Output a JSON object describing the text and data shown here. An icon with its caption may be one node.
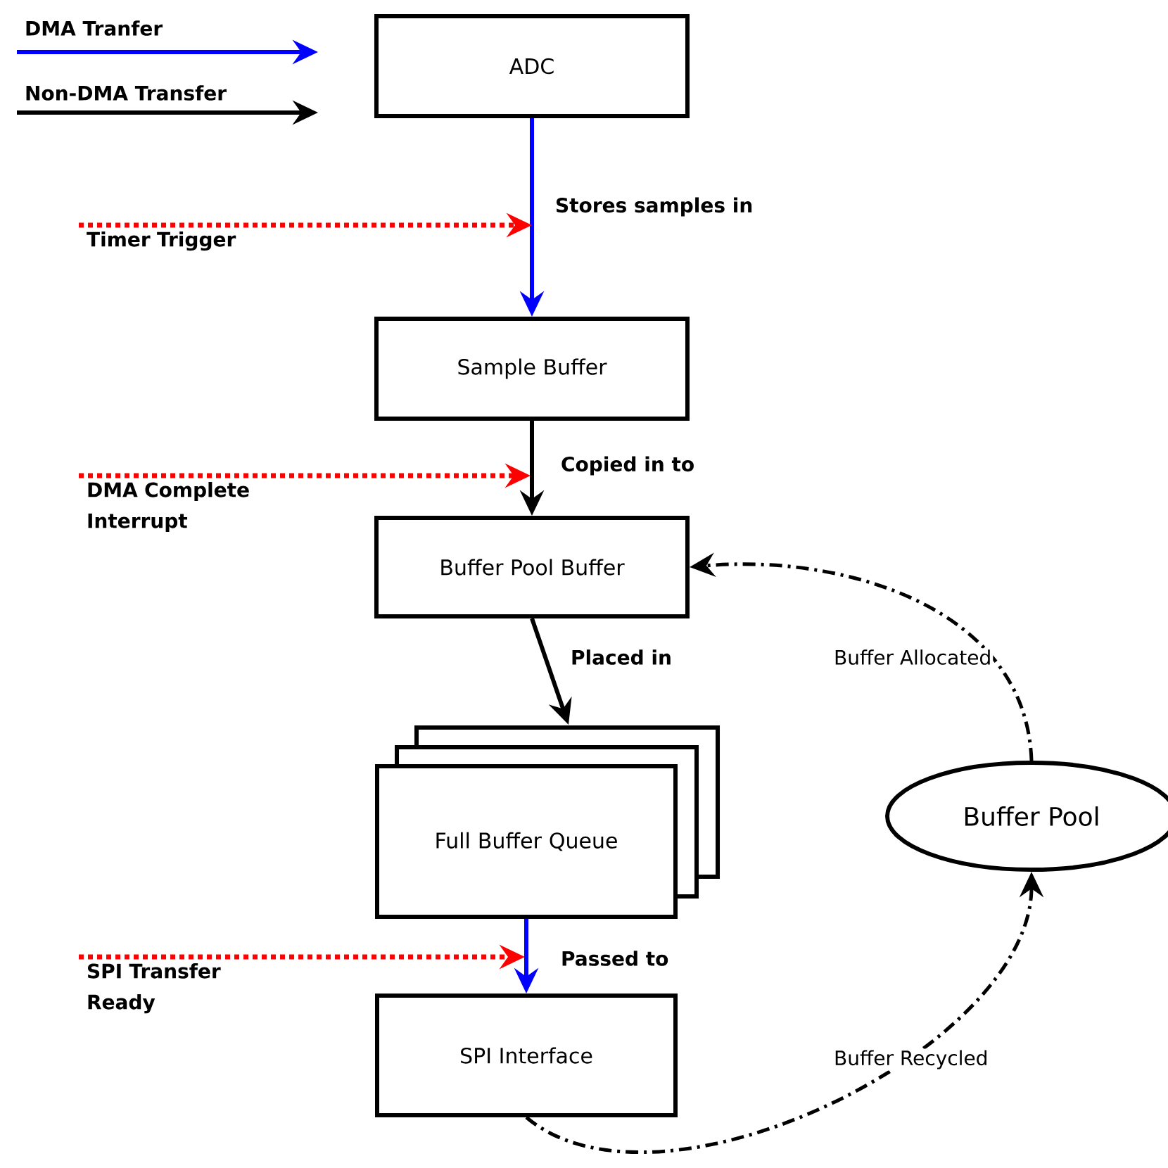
{
  "diagram": {
    "nodes": [
      {
        "text": [
          "ADC"
        ]
      },
      {
        "text": [
          "Sample Buffer"
        ]
      },
      {
        "text": [
          "Buffer Pool Buffer"
        ]
      },
      {
        "text": [
          "Full Buffer Queue"
        ]
      },
      {
        "text": [
          "SPI Interface"
        ]
      },
      {
        "text": [
          "Buffer Pool"
        ]
      },
      {
        "text": [
          "Timer Trigger"
        ]
      },
      {
        "text": [
          "DMA Complete Interrupt"
        ]
      },
      {
        "text": [
          "SPI Transfer Ready"
        ]
      }
    ],
    "edges": [
      {
        "from": 0,
        "to": 1,
        "arrow": "to",
        "label": "Stores samples in",
        "color": "#0000ff"
      },
      {
        "from": 1,
        "to": 2,
        "arrow": "to",
        "label": "Copied in to"
      },
      {
        "from": 2,
        "to": 3,
        "arrow": "to",
        "label": "Placed in"
      },
      {
        "from": 3,
        "to": 4,
        "arrow": "to",
        "label": "Passed to",
        "color": "#0000ff"
      },
      {
        "from": 5,
        "to": 2,
        "arrow": "to",
        "label": "Buffer Allocated",
        "style": "dashed"
      },
      {
        "from": 4,
        "to": 5,
        "arrow": "to",
        "label": "Buffer Recycled",
        "style": "dashed"
      },
      {
        "from": 6,
        "to": null,
        "arrow": "to",
        "style": "dashed",
        "color": "#ff0000"
      },
      {
        "from": 7,
        "to": null,
        "arrow": "to",
        "style": "dashed",
        "color": "#ff0000"
      },
      {
        "from": 8,
        "to": null,
        "arrow": "to",
        "style": "dashed",
        "color": "#ff0000"
      }
    ],
    "legend": [
      {
        "text": "DMA Tranfer"
      },
      {
        "text": "Non-DMA Transfer"
      }
    ]
  }
}
